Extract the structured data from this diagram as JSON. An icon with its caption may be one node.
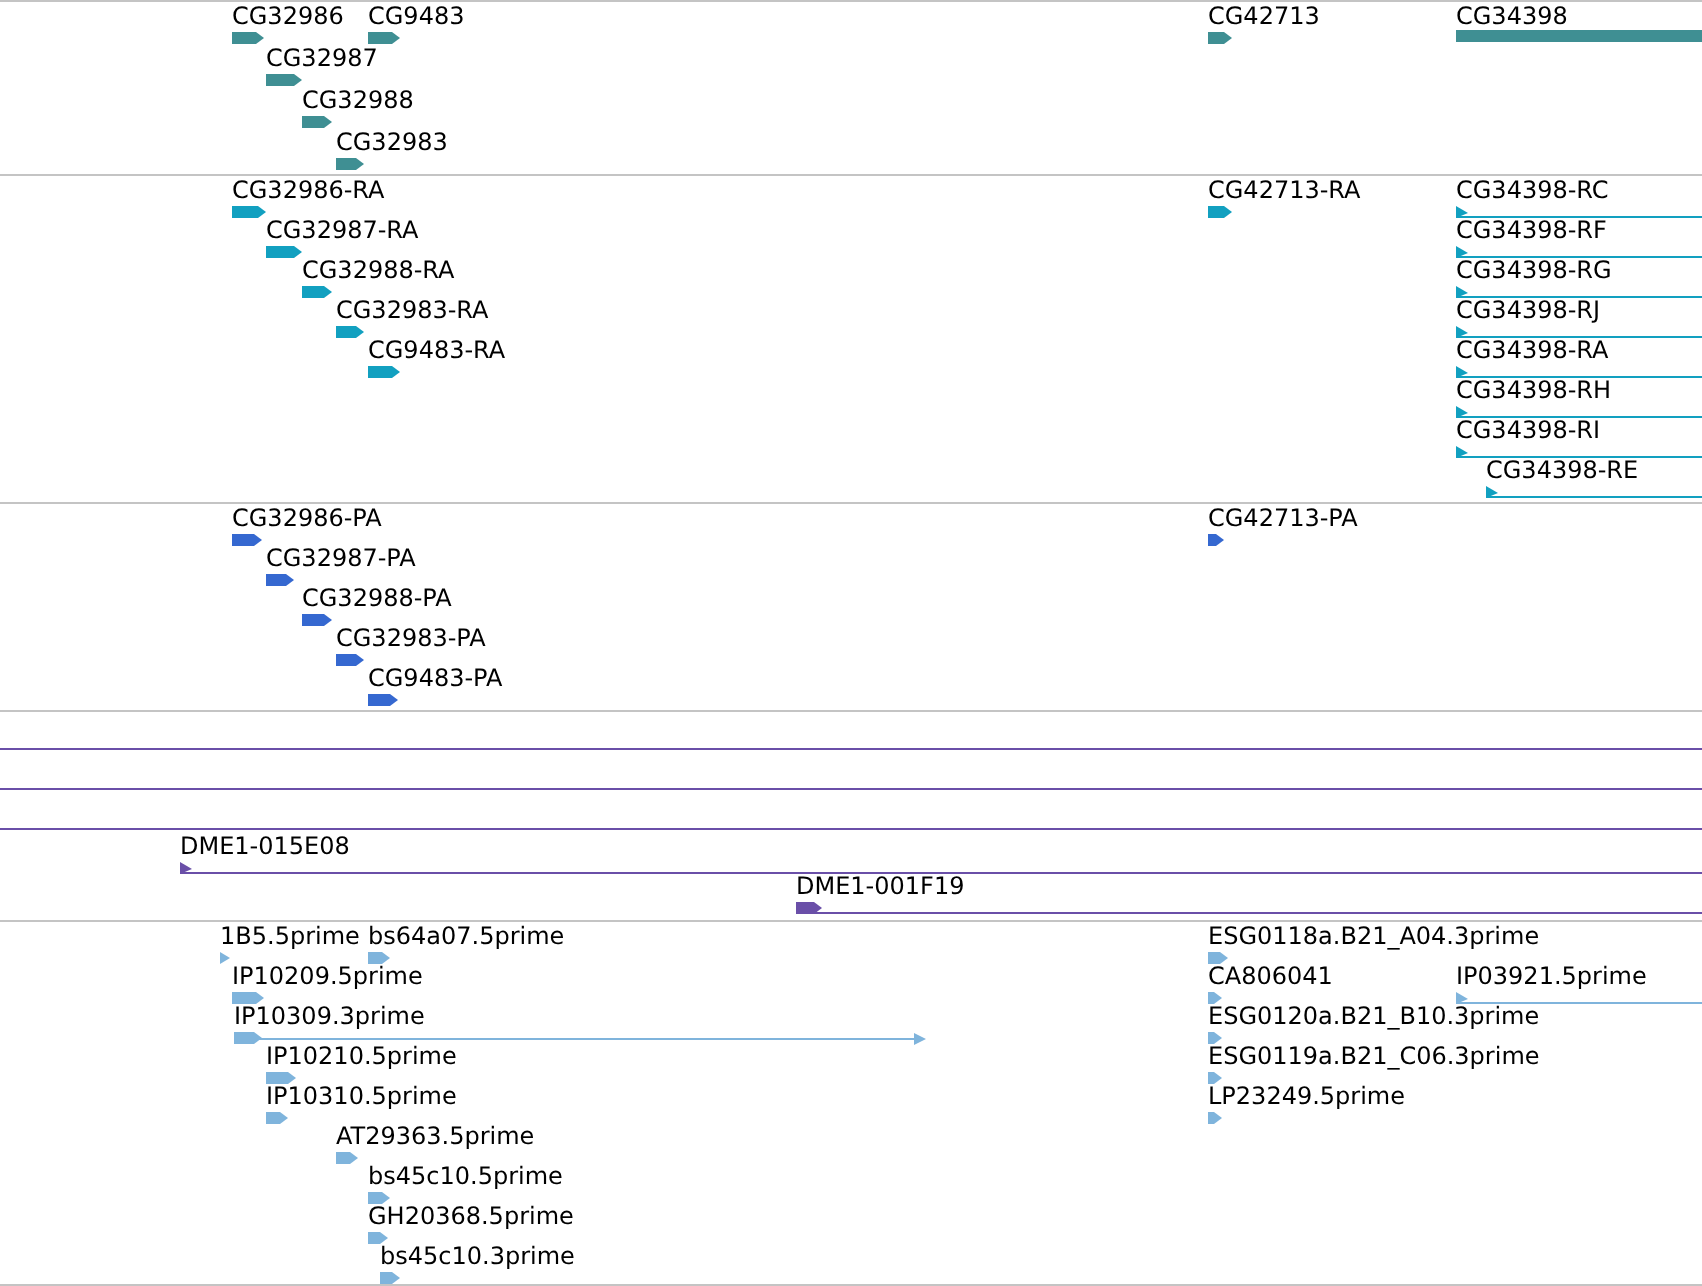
{
  "diagram": {
    "nodes": [
      {
        "text": [
          "CG32986"
        ]
      },
      {
        "text": [
          "CG9483"
        ]
      },
      {
        "text": [
          "CG32987"
        ]
      },
      {
        "text": [
          "CG32988"
        ]
      },
      {
        "text": [
          "CG32983"
        ]
      },
      {
        "text": [
          "CG42713"
        ]
      },
      {
        "text": [
          "CG34398"
        ]
      },
      {
        "text": [
          "CG32986-RA"
        ]
      },
      {
        "text": [
          "CG32987-RA"
        ]
      },
      {
        "text": [
          "CG32988-RA"
        ]
      },
      {
        "text": [
          "CG32983-RA"
        ]
      },
      {
        "text": [
          "CG9483-RA"
        ]
      },
      {
        "text": [
          "CG42713-RA"
        ]
      },
      {
        "text": [
          "CG34398-RC"
        ]
      },
      {
        "text": [
          "CG34398-RF"
        ]
      },
      {
        "text": [
          "CG34398-RG"
        ]
      },
      {
        "text": [
          "CG34398-RJ"
        ]
      },
      {
        "text": [
          "CG34398-RA"
        ]
      },
      {
        "text": [
          "CG34398-RH"
        ]
      },
      {
        "text": [
          "CG34398-RI"
        ]
      },
      {
        "text": [
          "CG34398-RE"
        ]
      },
      {
        "text": [
          "CG32986-PA"
        ]
      },
      {
        "text": [
          "CG32987-PA"
        ]
      },
      {
        "text": [
          "CG32988-PA"
        ]
      },
      {
        "text": [
          "CG32983-PA"
        ]
      },
      {
        "text": [
          "CG9483-PA"
        ]
      },
      {
        "text": [
          "CG42713-PA"
        ]
      },
      {
        "text": [],
        "shape": "bar"
      },
      {
        "text": [],
        "shape": "bar"
      },
      {
        "text": [],
        "shape": "bar"
      },
      {
        "text": [
          "DME1-015E08"
        ]
      },
      {
        "text": [
          "DME1-001F19"
        ]
      },
      {
        "text": [
          "1B5.5prime"
        ]
      },
      {
        "text": [
          "bs64a07.5prime"
        ]
      },
      {
        "text": [
          "IP10209.5prime"
        ]
      },
      {
        "text": [
          "IP10309.3prime"
        ]
      },
      {
        "text": [
          "IP10210.5prime"
        ]
      },
      {
        "text": [
          "IP10310.5prime"
        ]
      },
      {
        "text": [
          "AT29363.5prime"
        ]
      },
      {
        "text": [
          "bs45c10.5prime"
        ]
      },
      {
        "text": [
          "GH20368.5prime"
        ]
      },
      {
        "text": [
          "bs45c10.3prime"
        ]
      },
      {
        "text": [
          "ESG0118a.B21_A04.3prime"
        ]
      },
      {
        "text": [
          "CA806041"
        ]
      },
      {
        "text": [
          "IP03921.5prime"
        ]
      },
      {
        "text": [
          "ESG0120a.B21_B10.3prime"
        ]
      },
      {
        "text": [
          "ESG0119a.B21_C06.3prime"
        ]
      },
      {
        "text": [
          "LP23249.5prime"
        ]
      }
    ]
  }
}
